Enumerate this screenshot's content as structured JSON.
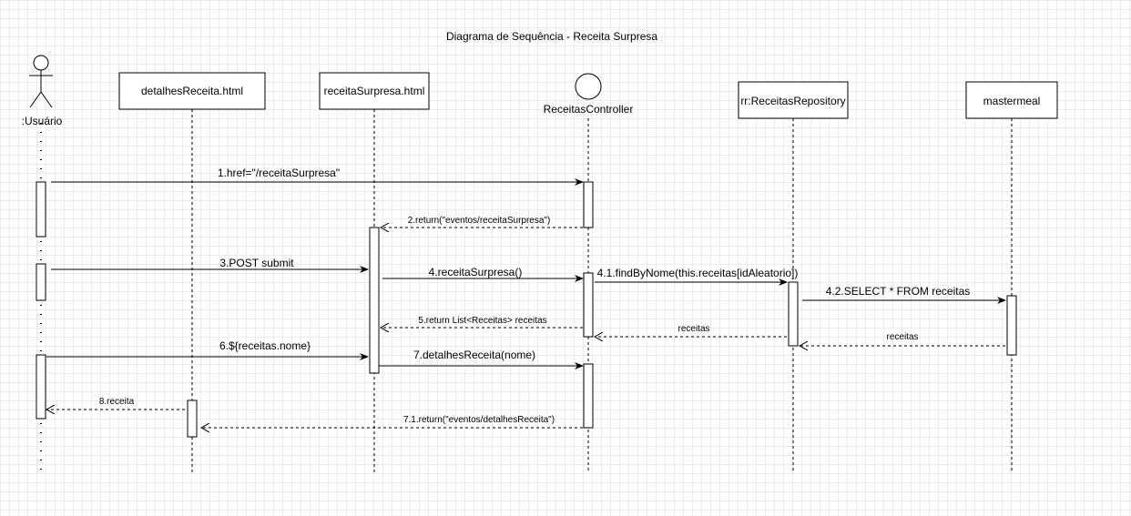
{
  "title": "Diagrama de Sequência - Receita Surpresa",
  "participants": [
    {
      "id": "usuario",
      "label": ":Usuário",
      "kind": "actor"
    },
    {
      "id": "detalhes",
      "label": "detalhesReceita.html",
      "kind": "box"
    },
    {
      "id": "surpresa",
      "label": "receitaSurpresa.html",
      "kind": "box"
    },
    {
      "id": "controller",
      "label": "ReceitasController",
      "kind": "control"
    },
    {
      "id": "repository",
      "label": "rr:ReceitasRepository",
      "kind": "box"
    },
    {
      "id": "db",
      "label": "mastermeal",
      "kind": "box"
    }
  ],
  "messages": [
    {
      "label": "1.href=\"/receitaSurpresa\"",
      "from": "usuario",
      "to": "controller",
      "style": "solid"
    },
    {
      "label": "2.return(\"eventos/receitaSurpresa\")",
      "from": "controller",
      "to": "surpresa",
      "style": "dashed"
    },
    {
      "label": "3.POST submit",
      "from": "usuario",
      "to": "surpresa",
      "style": "solid"
    },
    {
      "label": "4.receitaSurpresa()",
      "from": "surpresa",
      "to": "controller",
      "style": "solid"
    },
    {
      "label": "4.1.findByNome(this.receitas[idAleatorio])",
      "from": "controller",
      "to": "repository",
      "style": "solid"
    },
    {
      "label": "4.2.SELECT * FROM receitas",
      "from": "repository",
      "to": "db",
      "style": "solid"
    },
    {
      "label": "receitas",
      "from": "db",
      "to": "repository",
      "style": "dashed"
    },
    {
      "label": "receitas",
      "from": "repository",
      "to": "controller",
      "style": "dashed"
    },
    {
      "label": "5.return List<Receitas> receitas",
      "from": "controller",
      "to": "surpresa",
      "style": "dashed"
    },
    {
      "label": "6.${receitas.nome}",
      "from": "usuario",
      "to": "surpresa",
      "style": "solid"
    },
    {
      "label": "7.detalhesReceita(nome)",
      "from": "surpresa",
      "to": "controller",
      "style": "solid"
    },
    {
      "label": "7.1.return(\"eventos/detalhesReceita\")",
      "from": "controller",
      "to": "detalhes",
      "style": "dashed"
    },
    {
      "label": "8.receita",
      "from": "detalhes",
      "to": "usuario",
      "style": "dashed"
    }
  ]
}
